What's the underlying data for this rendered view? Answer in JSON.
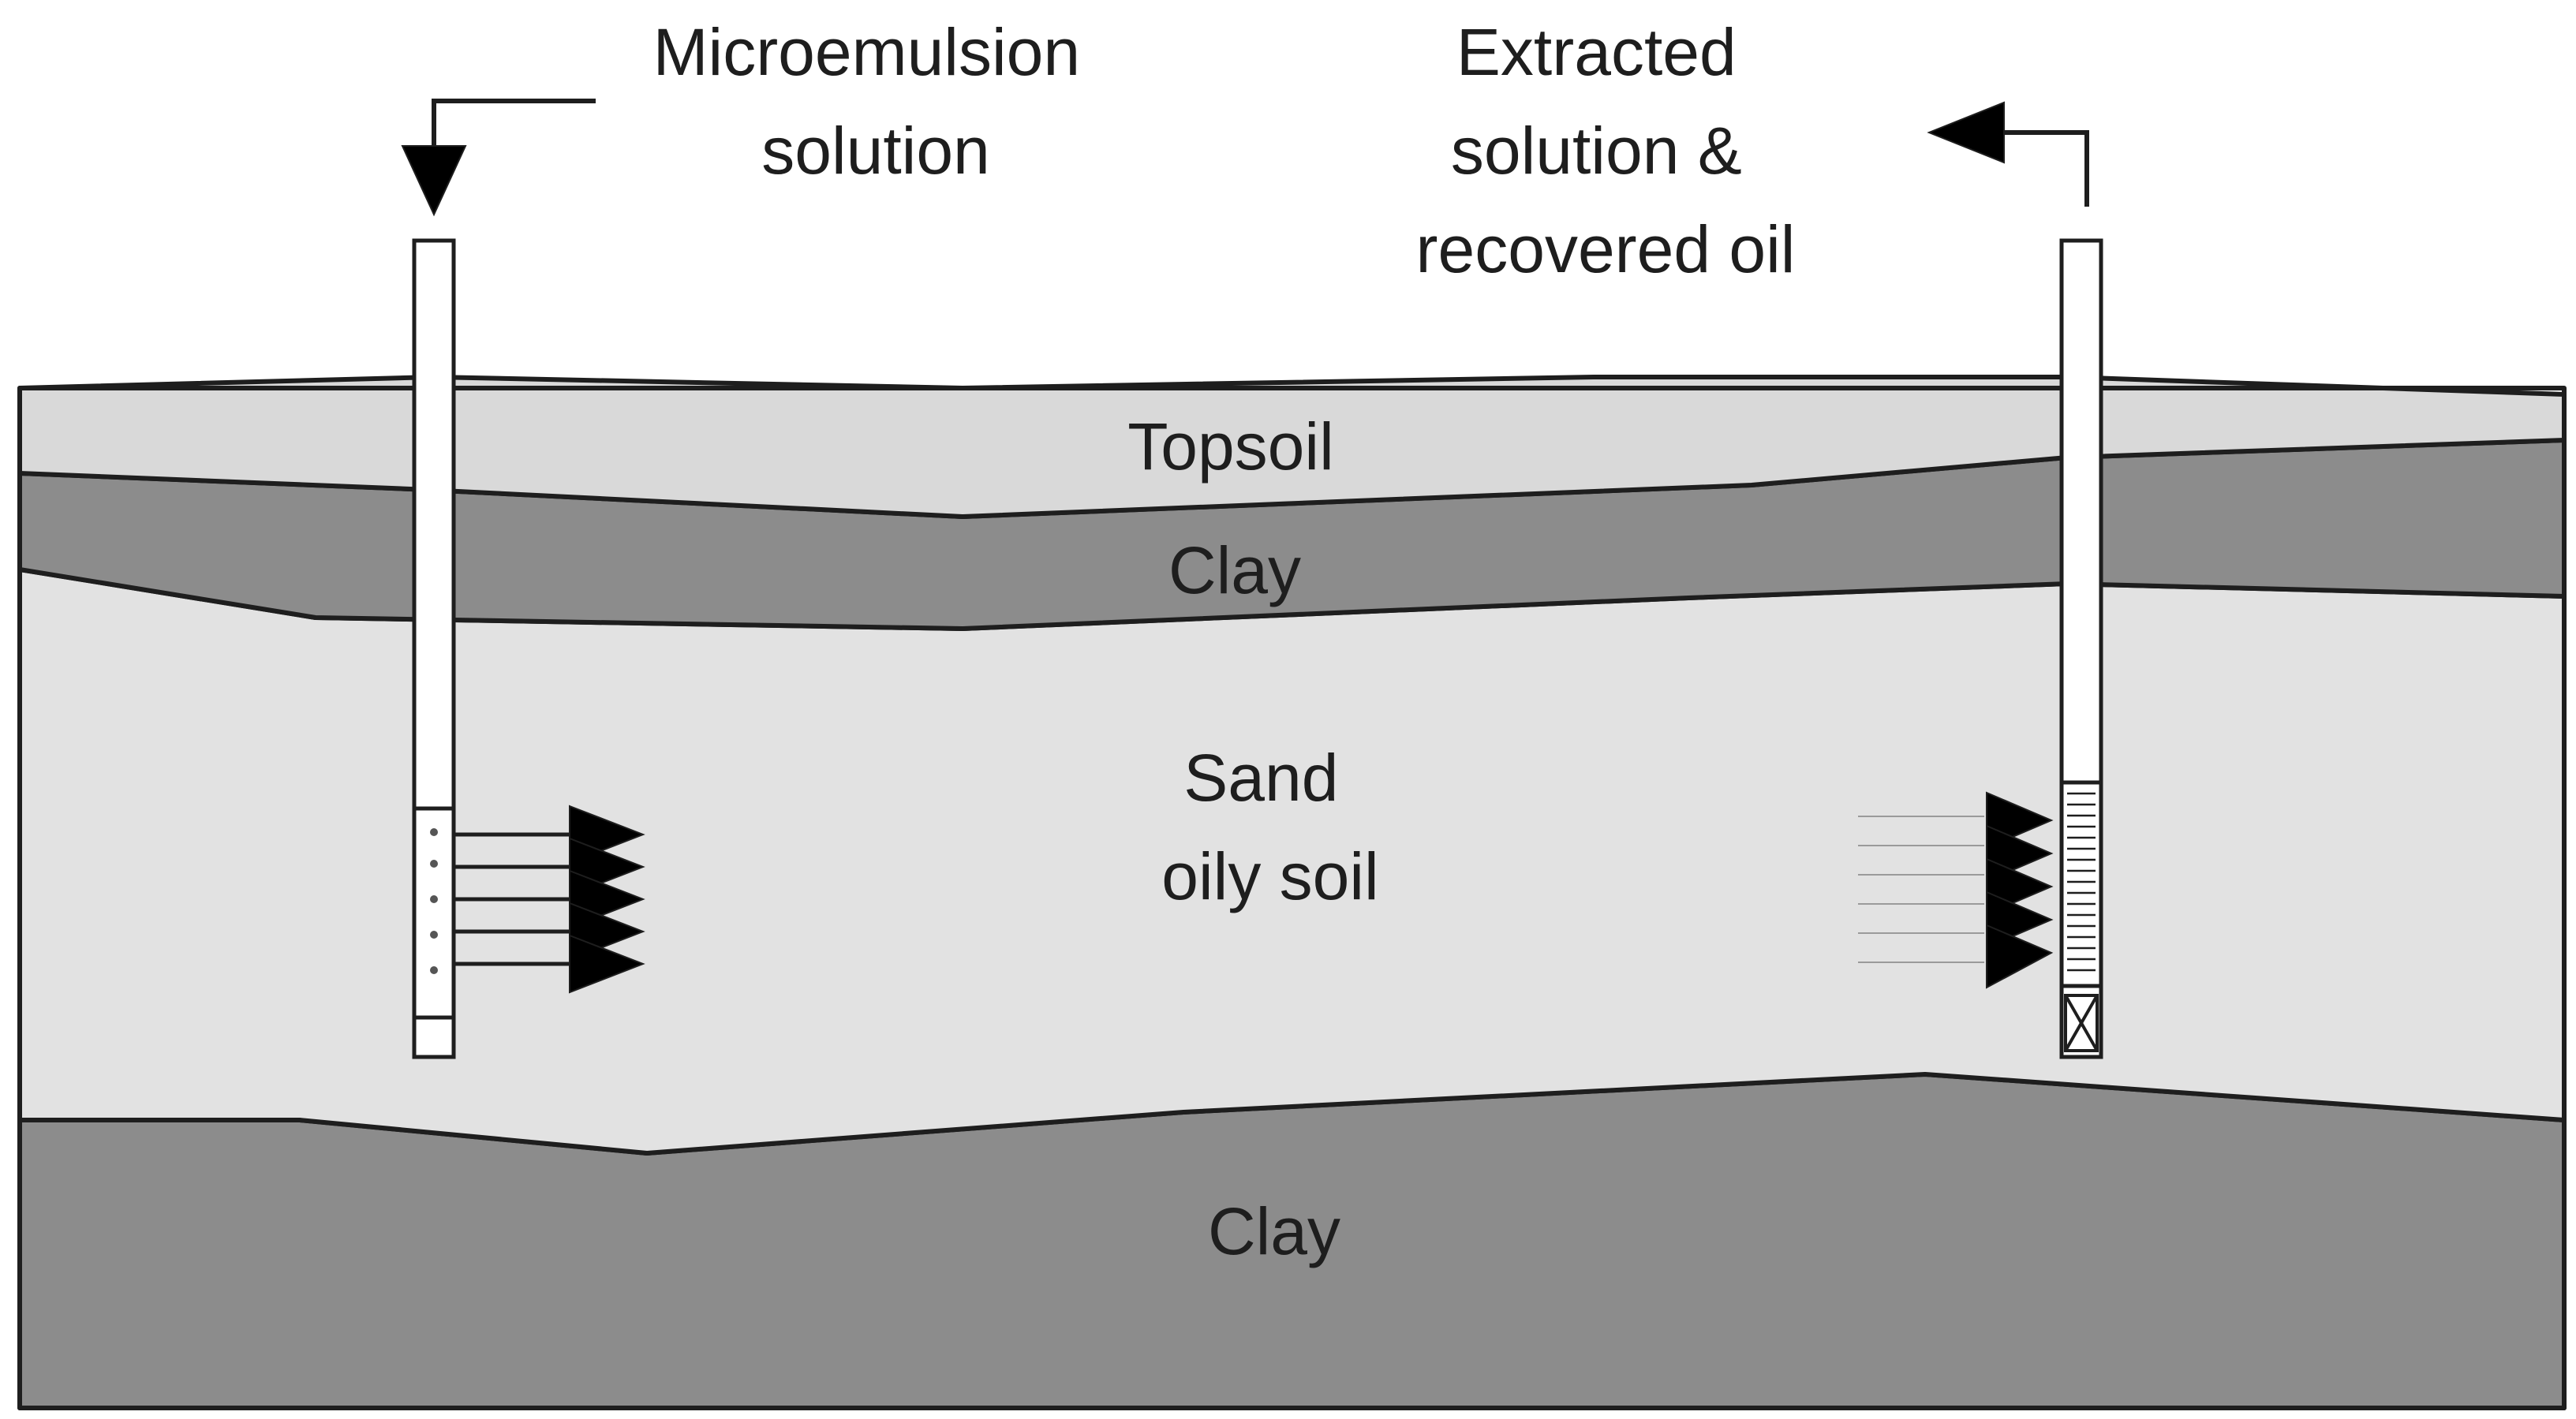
{
  "labels": {
    "injection": [
      "Microemulsion",
      "solution"
    ],
    "extraction": [
      "Extracted",
      "solution &",
      "recovered oil"
    ],
    "topsoil": "Topsoil",
    "clay_upper": "Clay",
    "sand": [
      "Sand",
      "oily soil"
    ],
    "clay_lower": "Clay"
  },
  "colors": {
    "topsoil": "#d9d9d9",
    "clay": "#8c8c8c",
    "sand": "#e2e2e2",
    "outline": "#1e1e1e",
    "pipe": "#ffffff",
    "text": "#1e1e1e"
  }
}
